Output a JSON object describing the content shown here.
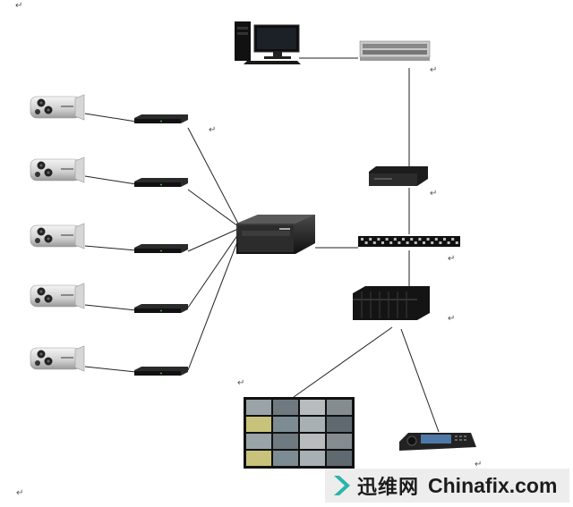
{
  "paragraph_mark": "↵",
  "devices": {
    "cameras": [
      "camera",
      "camera",
      "camera",
      "camera",
      "camera"
    ],
    "encoders": [
      "encoder",
      "encoder",
      "encoder",
      "encoder",
      "encoder"
    ],
    "workstation": "computer-workstation",
    "network_switch": "network-switch",
    "nvr": "network-video-recorder",
    "matrix_switch": "video-matrix-switch",
    "patch_panel": "patch-panel",
    "storage_rack": "storage-server-rack",
    "video_wall": "video-wall-monitor",
    "keyboard": "ptz-control-keyboard"
  },
  "watermark": {
    "cn_text": "迅维网",
    "en_text": "Chinafix.com",
    "logo_icon": "chevron-logo-icon",
    "logo_color": "#2bb5a8"
  },
  "colors": {
    "line": "#222222",
    "device_dark": "#1e1e1e",
    "camera_body": "#d9d9d9"
  }
}
